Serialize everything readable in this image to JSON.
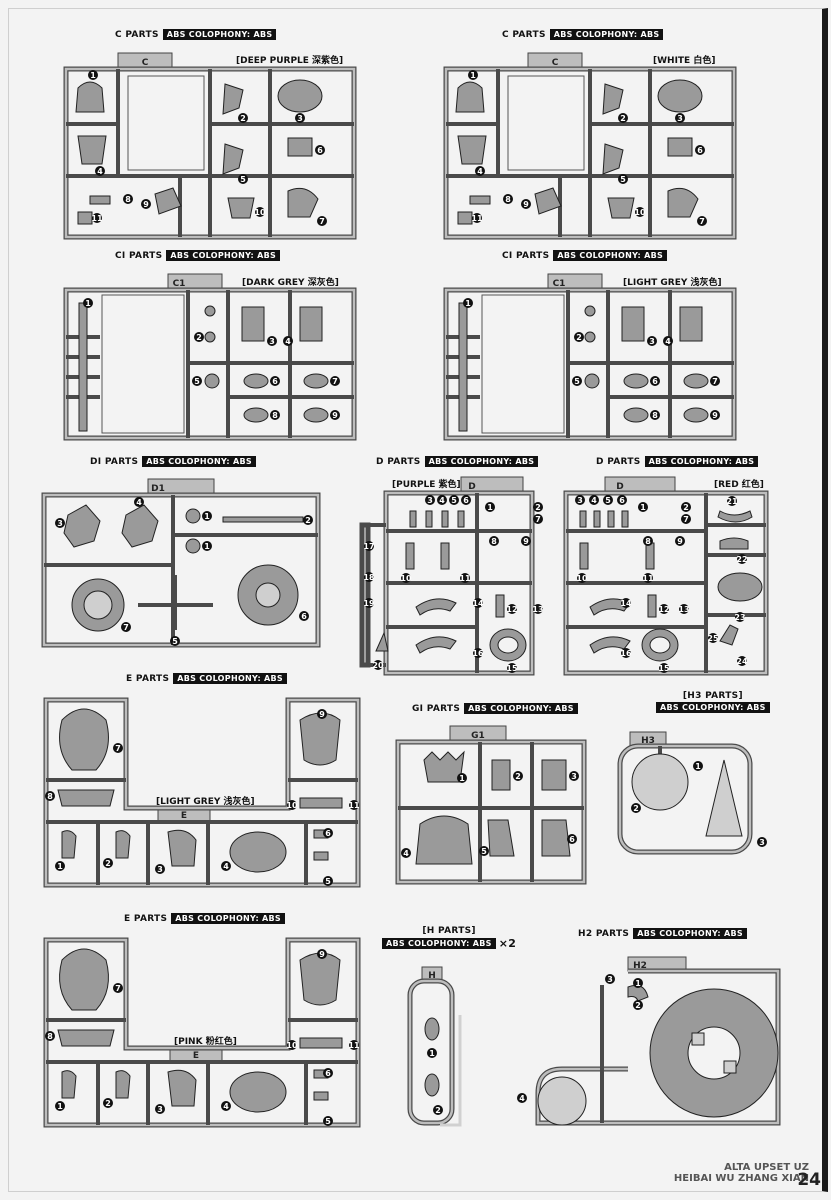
{
  "sheets": [
    {
      "id": "c_purple",
      "title": "C PARTS",
      "material": "ABS COLOPHONY: ABS",
      "tag": "C",
      "color": "[DEEP PURPLE 深紫色]",
      "numbers": [
        "1",
        "2",
        "3",
        "4",
        "5",
        "6",
        "7",
        "8",
        "9",
        "10",
        "11"
      ]
    },
    {
      "id": "c_white",
      "title": "C PARTS",
      "material": "ABS COLOPHONY: ABS",
      "tag": "C",
      "color": "[WHITE 白色]",
      "numbers": [
        "1",
        "2",
        "3",
        "4",
        "5",
        "6",
        "7",
        "8",
        "9",
        "10",
        "11"
      ]
    },
    {
      "id": "c1_dark",
      "title": "CI PARTS",
      "material": "ABS COLOPHONY: ABS",
      "tag": "C1",
      "color": "[DARK GREY 深灰色]",
      "numbers": [
        "1",
        "2",
        "3",
        "4",
        "5",
        "6",
        "7",
        "8",
        "9"
      ]
    },
    {
      "id": "c1_light",
      "title": "CI PARTS",
      "material": "ABS COLOPHONY: ABS",
      "tag": "C1",
      "color": "[LIGHT GREY 浅灰色]",
      "numbers": [
        "1",
        "2",
        "3",
        "4",
        "5",
        "6",
        "7",
        "8",
        "9"
      ]
    },
    {
      "id": "d1",
      "title": "DI PARTS",
      "material": "ABS COLOPHONY: ABS",
      "tag": "D1",
      "color": "",
      "numbers": [
        "1",
        "2",
        "3",
        "4",
        "5",
        "6",
        "7"
      ]
    },
    {
      "id": "d_purple",
      "title": "D PARTS",
      "material": "ABS COLOPHONY: ABS",
      "tag": "D",
      "color": "[PURPLE 紫色]",
      "numbers": [
        "1",
        "2",
        "3",
        "4",
        "5",
        "6",
        "7",
        "8",
        "9",
        "10",
        "11",
        "12",
        "13",
        "14",
        "15",
        "16",
        "17",
        "18",
        "19",
        "20"
      ]
    },
    {
      "id": "d_red",
      "title": "D PARTS",
      "material": "ABS COLOPHONY: ABS",
      "tag": "D",
      "color": "[RED 红色]",
      "numbers": [
        "1",
        "2",
        "3",
        "4",
        "5",
        "6",
        "7",
        "8",
        "9",
        "10",
        "11",
        "12",
        "13",
        "14",
        "15",
        "16",
        "21",
        "22",
        "23",
        "24",
        "25"
      ]
    },
    {
      "id": "e_light",
      "title": "E PARTS",
      "material": "ABS COLOPHONY: ABS",
      "tag": "E",
      "color": "[LIGHT GREY 浅灰色]",
      "numbers": [
        "1",
        "2",
        "3",
        "4",
        "5",
        "6",
        "7",
        "8",
        "9",
        "10",
        "11"
      ]
    },
    {
      "id": "g1",
      "title": "GI PARTS",
      "material": "ABS COLOPHONY: ABS",
      "tag": "G1",
      "color": "",
      "numbers": [
        "1",
        "2",
        "3",
        "4",
        "5",
        "6"
      ]
    },
    {
      "id": "h3",
      "title": "[H3 PARTS]",
      "material": "ABS COLOPHONY: ABS",
      "tag": "H3",
      "color": "",
      "numbers": [
        "1",
        "2",
        "3"
      ]
    },
    {
      "id": "e_pink",
      "title": "E PARTS",
      "material": "ABS COLOPHONY: ABS",
      "tag": "E",
      "color": "[PINK 粉红色]",
      "numbers": [
        "1",
        "2",
        "3",
        "4",
        "5",
        "6",
        "7",
        "8",
        "9",
        "10",
        "11"
      ]
    },
    {
      "id": "h",
      "title": "[H PARTS]",
      "material": "ABS COLOPHONY: ABS",
      "tag": "H",
      "color": "",
      "multiplier": "×2",
      "numbers": [
        "1",
        "2"
      ]
    },
    {
      "id": "h2",
      "title": "H2 PARTS",
      "material": "ABS COLOPHONY: ABS",
      "tag": "H2",
      "color": "",
      "numbers": [
        "1",
        "2",
        "3",
        "4"
      ]
    }
  ],
  "footer": {
    "line1": "ALTA UPSET UZ",
    "line2": "HEIBAI WU ZHANG XIAN",
    "page": "24"
  }
}
